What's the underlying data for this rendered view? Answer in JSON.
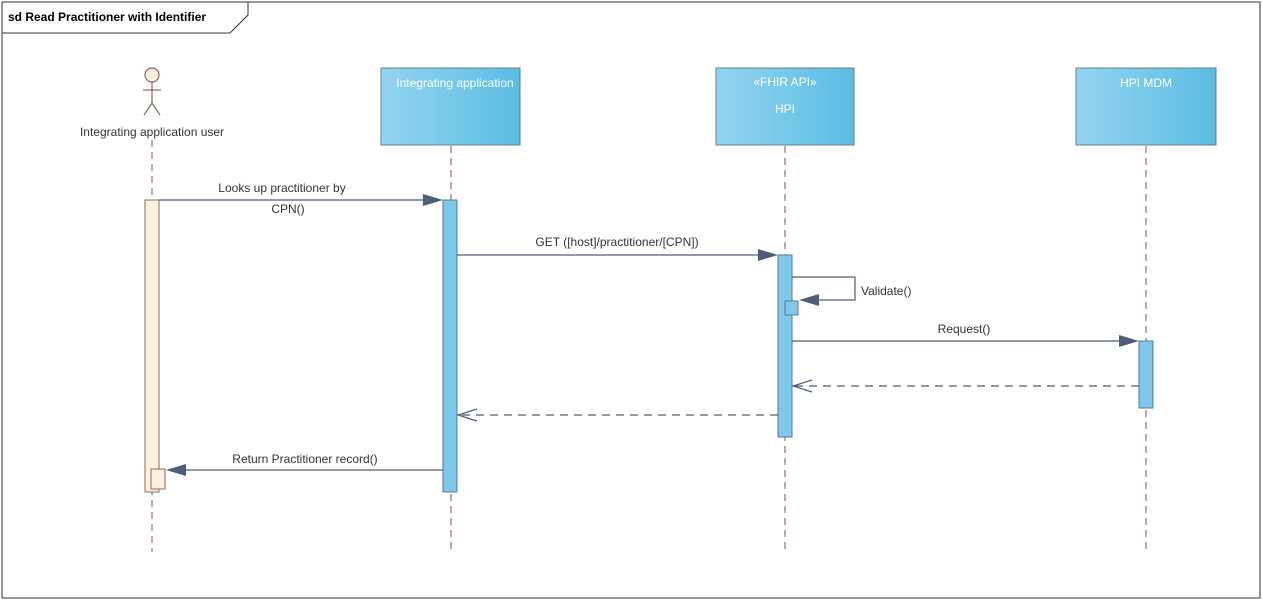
{
  "frame": {
    "title": "sd Read Practitioner with Identifier"
  },
  "participants": [
    {
      "id": "actor",
      "kind": "actor",
      "label": "Integrating application user"
    },
    {
      "id": "app",
      "kind": "box",
      "stereotype": "",
      "label": "Integrating application"
    },
    {
      "id": "hpi",
      "kind": "box",
      "stereotype": "«FHIR API»",
      "label": "HPI"
    },
    {
      "id": "mdm",
      "kind": "box",
      "stereotype": "",
      "label": "HPI MDM"
    }
  ],
  "messages": [
    {
      "id": "m1",
      "from": "actor",
      "to": "app",
      "type": "sync",
      "label_lines": [
        "Looks up practitioner by",
        "CPN()"
      ]
    },
    {
      "id": "m2",
      "from": "app",
      "to": "hpi",
      "type": "sync",
      "label_lines": [
        "GET ([host]/practitioner/[CPN])"
      ]
    },
    {
      "id": "m3",
      "from": "hpi",
      "to": "hpi",
      "type": "self",
      "label_lines": [
        "Validate()"
      ]
    },
    {
      "id": "m4",
      "from": "hpi",
      "to": "mdm",
      "type": "sync",
      "label_lines": [
        "Request()"
      ]
    },
    {
      "id": "m5",
      "from": "mdm",
      "to": "hpi",
      "type": "return",
      "label_lines": []
    },
    {
      "id": "m6",
      "from": "hpi",
      "to": "app",
      "type": "return",
      "label_lines": []
    },
    {
      "id": "m7",
      "from": "app",
      "to": "actor",
      "type": "sync",
      "label_lines": [
        "Return Practitioner record()"
      ]
    }
  ],
  "colors": {
    "box_fill_light": "#8fd2ee",
    "box_fill_dark": "#5bbde4",
    "box_stroke": "#6a7f8c",
    "activation_blue": "#7ec8eb",
    "activation_actor": "#fdf0dc",
    "actor_stroke": "#8a6a66",
    "lifeline": "#8a4b4b",
    "message": "#4e5d78"
  }
}
